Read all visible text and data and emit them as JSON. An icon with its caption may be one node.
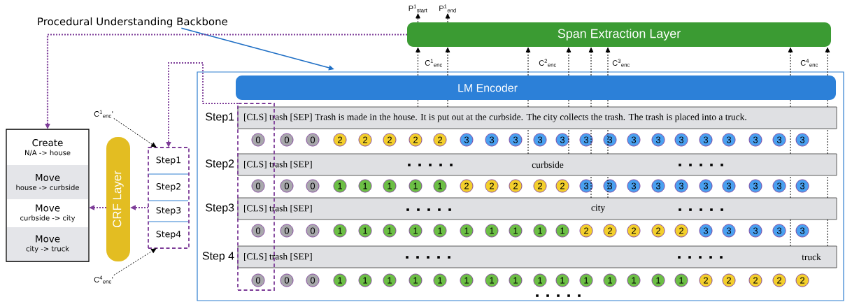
{
  "diagram": {
    "nodes": [
      {
        "text": [
          "Procedural Understanding Backbone"
        ]
      },
      {
        "text": [
          "Span Extraction Layer"
        ]
      },
      {
        "text": [
          "P$^{1}$$_{start}$"
        ]
      },
      {
        "text": [
          "P$^{1}$$_{end}$"
        ]
      },
      {
        "text": [],
        "shape": "box"
      },
      {
        "text": [
          "LM Encoder"
        ],
        "in": 4
      },
      {
        "text": [
          "[CLS] trash [SEP] Trash is made in the house. It is put out at the curbside. The city collects the trash. The trash is placed into a truck."
        ],
        "beside": [
          "Step1"
        ],
        "in": 4
      },
      {
        "text": [
          "[CLS] trash [SEP]",
          "curbside"
        ],
        "beside": [
          "Step2"
        ],
        "in": 4
      },
      {
        "text": [
          "[CLS] trash [SEP]",
          "city"
        ],
        "beside": [
          "Step3"
        ],
        "in": 4
      },
      {
        "text": [
          "[CLS] trash [SEP]",
          "truck"
        ],
        "beside": [
          "Step 4"
        ],
        "in": 4
      },
      {
        "text": [],
        "shape": "box",
        "in": 4
      },
      {
        "text": [],
        "shape": "box"
      },
      {
        "text": [
          "Step1"
        ],
        "in": 11
      },
      {
        "text": [
          "Step2"
        ],
        "in": 11
      },
      {
        "text": [
          "Step3"
        ],
        "in": 11
      },
      {
        "text": [
          "Step4"
        ],
        "in": 11
      },
      {
        "text": [
          "CRF Layer"
        ]
      },
      {
        "text": [],
        "shape": "box"
      },
      {
        "text": [
          "Create",
          "N/A -> house"
        ],
        "in": 17
      },
      {
        "text": [
          "Move",
          "house -> curbside"
        ],
        "in": 17
      },
      {
        "text": [
          "Move",
          "curbside -> city"
        ],
        "in": 17
      },
      {
        "text": [
          "Move",
          "city -> truck"
        ],
        "in": 17
      },
      {
        "text": [
          "C$^{1}$$_{enc}$'"
        ]
      },
      {
        "text": [
          "C$^{4}$$_{enc}$'"
        ]
      },
      {
        "text": [
          "0"
        ],
        "in": 10
      },
      {
        "text": [
          "0"
        ],
        "in": 4
      },
      {
        "text": [
          "0"
        ],
        "in": 4
      },
      {
        "text": [
          "2"
        ],
        "in": 4
      },
      {
        "text": [
          "2"
        ],
        "in": 4
      },
      {
        "text": [
          "2"
        ],
        "in": 4
      },
      {
        "text": [
          "2"
        ],
        "in": 4
      },
      {
        "text": [
          "2"
        ],
        "in": 4
      },
      {
        "text": [
          "3"
        ],
        "in": 4
      },
      {
        "text": [
          "3"
        ],
        "in": 4
      },
      {
        "text": [
          "3"
        ],
        "in": 4
      },
      {
        "text": [
          "3"
        ],
        "in": 4
      },
      {
        "text": [
          "3"
        ],
        "in": 4
      },
      {
        "text": [
          "3"
        ],
        "in": 4
      },
      {
        "text": [
          "3"
        ],
        "in": 4
      },
      {
        "text": [
          "3"
        ],
        "in": 4
      },
      {
        "text": [
          "3"
        ],
        "in": 4
      },
      {
        "text": [
          "3"
        ],
        "in": 4
      },
      {
        "text": [
          "3"
        ],
        "in": 4
      },
      {
        "text": [
          "3"
        ],
        "in": 4
      },
      {
        "text": [
          "3"
        ],
        "in": 4
      },
      {
        "text": [
          "3"
        ],
        "in": 4
      },
      {
        "text": [
          "3"
        ],
        "in": 4
      },
      {
        "text": [
          "0"
        ],
        "in": 10
      },
      {
        "text": [
          "0"
        ],
        "in": 4
      },
      {
        "text": [
          "0"
        ],
        "in": 4
      },
      {
        "text": [
          "1"
        ],
        "in": 4
      },
      {
        "text": [
          "1"
        ],
        "in": 4
      },
      {
        "text": [
          "1"
        ],
        "in": 4
      },
      {
        "text": [
          "1"
        ],
        "in": 4
      },
      {
        "text": [
          "1"
        ],
        "in": 4
      },
      {
        "text": [
          "2"
        ],
        "in": 4
      },
      {
        "text": [
          "2"
        ],
        "in": 4
      },
      {
        "text": [
          "2"
        ],
        "in": 4
      },
      {
        "text": [
          "2"
        ],
        "in": 4
      },
      {
        "text": [
          "2"
        ],
        "in": 4
      },
      {
        "text": [
          "3"
        ],
        "in": 4
      },
      {
        "text": [
          "3"
        ],
        "in": 4
      },
      {
        "text": [
          "3"
        ],
        "in": 4
      },
      {
        "text": [
          "3"
        ],
        "in": 4
      },
      {
        "text": [
          "3"
        ],
        "in": 4
      },
      {
        "text": [
          "3"
        ],
        "in": 4
      },
      {
        "text": [
          "3"
        ],
        "in": 4
      },
      {
        "text": [
          "3"
        ],
        "in": 4
      },
      {
        "text": [
          "3"
        ],
        "in": 4
      },
      {
        "text": [
          "3"
        ],
        "in": 4
      },
      {
        "text": [
          "0"
        ],
        "in": 10
      },
      {
        "text": [
          "0"
        ],
        "in": 4
      },
      {
        "text": [
          "0"
        ],
        "in": 4
      },
      {
        "text": [
          "1"
        ],
        "in": 4
      },
      {
        "text": [
          "1"
        ],
        "in": 4
      },
      {
        "text": [
          "1"
        ],
        "in": 4
      },
      {
        "text": [
          "1"
        ],
        "in": 4
      },
      {
        "text": [
          "1"
        ],
        "in": 4
      },
      {
        "text": [
          "1"
        ],
        "in": 4
      },
      {
        "text": [
          "1"
        ],
        "in": 4
      },
      {
        "text": [
          "1"
        ],
        "in": 4
      },
      {
        "text": [
          "1"
        ],
        "in": 4
      },
      {
        "text": [
          "1"
        ],
        "in": 4
      },
      {
        "text": [
          "2"
        ],
        "in": 4
      },
      {
        "text": [
          "2"
        ],
        "in": 4
      },
      {
        "text": [
          "2"
        ],
        "in": 4
      },
      {
        "text": [
          "2"
        ],
        "in": 4
      },
      {
        "text": [
          "2"
        ],
        "in": 4
      },
      {
        "text": [
          "3"
        ],
        "in": 4
      },
      {
        "text": [
          "3"
        ],
        "in": 4
      },
      {
        "text": [
          "3"
        ],
        "in": 4
      },
      {
        "text": [
          "3"
        ],
        "in": 4
      },
      {
        "text": [
          "3"
        ],
        "in": 4
      },
      {
        "text": [
          "0"
        ],
        "in": 10
      },
      {
        "text": [
          "0"
        ],
        "in": 4
      },
      {
        "text": [
          "0"
        ],
        "in": 4
      },
      {
        "text": [
          "1"
        ],
        "in": 4
      },
      {
        "text": [
          "1"
        ],
        "in": 4
      },
      {
        "text": [
          "1"
        ],
        "in": 4
      },
      {
        "text": [
          "1"
        ],
        "in": 4
      },
      {
        "text": [
          "1"
        ],
        "in": 4
      },
      {
        "text": [
          "1"
        ],
        "in": 4
      },
      {
        "text": [
          "1"
        ],
        "in": 4
      },
      {
        "text": [
          "1"
        ],
        "in": 4
      },
      {
        "text": [
          "1"
        ],
        "in": 4
      },
      {
        "text": [
          "1"
        ],
        "in": 4
      },
      {
        "text": [
          "1"
        ],
        "in": 4
      },
      {
        "text": [
          "1"
        ],
        "in": 4
      },
      {
        "text": [
          "1"
        ],
        "in": 4
      },
      {
        "text": [
          "1"
        ],
        "in": 4
      },
      {
        "text": [
          "1"
        ],
        "in": 4
      },
      {
        "text": [
          "2"
        ],
        "in": 4
      },
      {
        "text": [
          "2"
        ],
        "in": 4
      },
      {
        "text": [
          "2"
        ],
        "in": 4
      },
      {
        "text": [
          "2"
        ],
        "in": 4
      },
      {
        "text": [
          "2"
        ],
        "in": 4
      }
    ],
    "edges": [
      {
        "from": 0,
        "to": 4,
        "arrow": "to",
        "color": "#1f6fc5"
      },
      {
        "from": 1,
        "to": 17,
        "arrow": "to",
        "style": "dashed",
        "color": "#7d3c98"
      },
      {
        "from": 10,
        "to": 11,
        "arrow": "to",
        "style": "dashed",
        "color": "#7d3c98"
      },
      {
        "from": 11,
        "to": 16,
        "arrow": "to",
        "style": "dashed",
        "color": "#7d3c98"
      },
      {
        "from": 16,
        "to": 17,
        "arrow": "to",
        "style": "dashed",
        "color": "#7d3c98"
      },
      {
        "from": 22,
        "to": 11,
        "arrow": "to",
        "style": "dashed"
      },
      {
        "from": 23,
        "to": 11,
        "arrow": "to",
        "style": "dashed"
      },
      {
        "from": 1,
        "to": 2,
        "arrow": "to",
        "style": "dashed"
      },
      {
        "from": 1,
        "to": 3,
        "arrow": "to",
        "style": "dashed"
      },
      {
        "from": 5,
        "to": 1,
        "arrow": "to",
        "style": "dashed"
      },
      {
        "from": 5,
        "to": 1,
        "arrow": "to",
        "style": "dashed"
      },
      {
        "from": 5,
        "to": 1,
        "arrow": "to",
        "style": "dashed"
      },
      {
        "from": 5,
        "to": 1,
        "arrow": "to",
        "style": "dashed"
      },
      {
        "from": 5,
        "to": 1,
        "arrow": "to",
        "style": "dashed"
      },
      {
        "from": 5,
        "to": 1,
        "arrow": "to",
        "style": "dashed"
      },
      {
        "from": 5,
        "to": 1,
        "arrow": "to",
        "style": "dashed"
      },
      {
        "from": 5,
        "to": 1,
        "arrow": "to",
        "style": "dashed"
      },
      {
        "from": 6,
        "to": 5,
        "arrow": "none",
        "style": "dashed"
      },
      {
        "from": 6,
        "to": 5,
        "arrow": "none",
        "style": "dashed"
      },
      {
        "from": 6,
        "to": 5,
        "arrow": "none",
        "style": "dashed"
      },
      {
        "from": 6,
        "to": 5,
        "arrow": "none",
        "style": "dashed"
      },
      {
        "from": 6,
        "to": 5,
        "arrow": "none",
        "style": "dashed"
      },
      {
        "from": 6,
        "to": 5,
        "arrow": "none",
        "style": "dashed"
      },
      {
        "from": 6,
        "to": 5,
        "arrow": "none",
        "style": "dashed"
      },
      {
        "from": 6,
        "to": 5,
        "arrow": "none",
        "style": "dashed"
      },
      {
        "from": 7,
        "to": 6,
        "arrow": "none",
        "style": "dashed"
      },
      {
        "from": 7,
        "to": 6,
        "arrow": "none",
        "style": "dashed"
      },
      {
        "from": 7,
        "to": 6,
        "arrow": "none",
        "style": "dashed"
      },
      {
        "from": 7,
        "to": 6,
        "arrow": "none",
        "style": "dashed"
      },
      {
        "from": 7,
        "to": 6,
        "arrow": "none",
        "style": "dashed"
      },
      {
        "from": 7,
        "to": 6,
        "arrow": "none",
        "style": "dashed"
      },
      {
        "from": 8,
        "to": 7,
        "arrow": "none",
        "style": "dashed"
      },
      {
        "from": 8,
        "to": 7,
        "arrow": "none",
        "style": "dashed"
      },
      {
        "from": 8,
        "to": 7,
        "arrow": "none",
        "style": "dashed"
      },
      {
        "from": 8,
        "to": 7,
        "arrow": "none",
        "style": "dashed"
      },
      {
        "from": 9,
        "to": 8,
        "arrow": "none",
        "style": "dashed"
      },
      {
        "from": 9,
        "to": 8,
        "arrow": "none",
        "style": "dashed"
      }
    ],
    "labels": [
      "C$^{1}$$_{enc}$",
      "C$^{2}$$_{enc}$",
      "C$^{3}$$_{enc}$",
      "C$^{4}$$_{enc}$"
    ]
  }
}
